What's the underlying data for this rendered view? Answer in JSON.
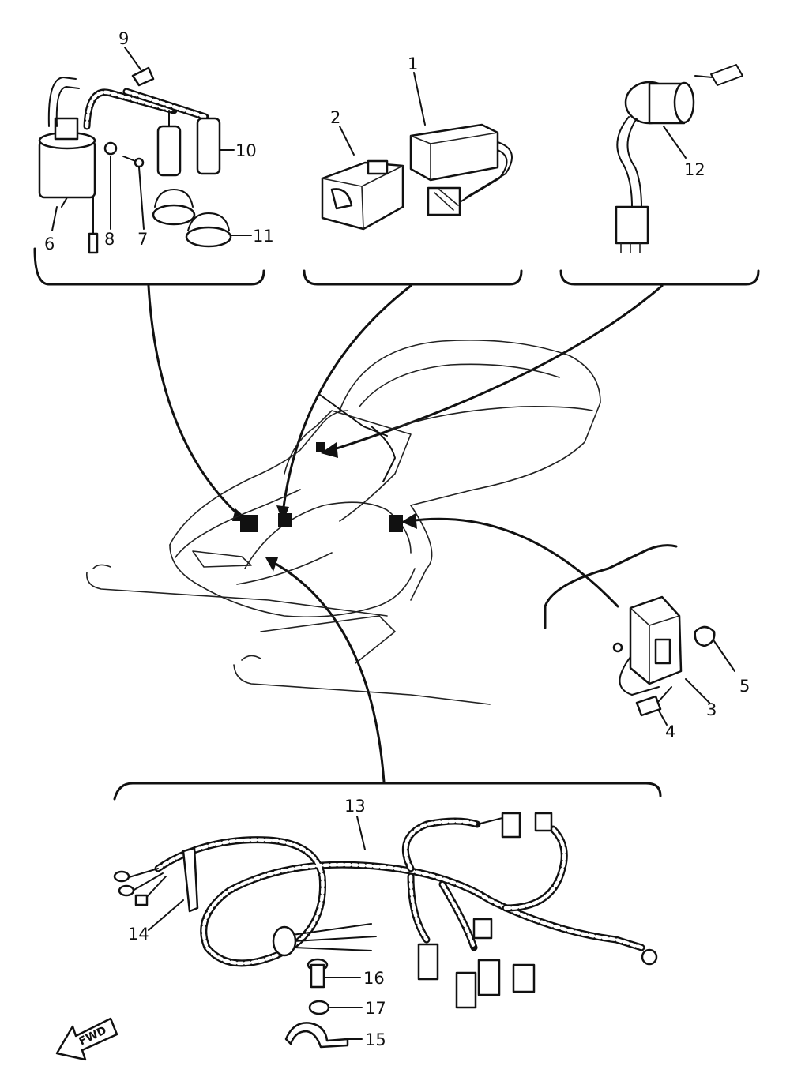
{
  "callouts": [
    {
      "id": "c1",
      "text": "1"
    },
    {
      "id": "c2",
      "text": "2"
    },
    {
      "id": "c3",
      "text": "3"
    },
    {
      "id": "c4",
      "text": "4"
    },
    {
      "id": "c5",
      "text": "5"
    },
    {
      "id": "c6",
      "text": "6"
    },
    {
      "id": "c7",
      "text": "7"
    },
    {
      "id": "c8",
      "text": "8"
    },
    {
      "id": "c9",
      "text": "9"
    },
    {
      "id": "c10",
      "text": "10"
    },
    {
      "id": "c11",
      "text": "11"
    },
    {
      "id": "c12",
      "text": "12"
    },
    {
      "id": "c13",
      "text": "13"
    },
    {
      "id": "c14",
      "text": "14"
    },
    {
      "id": "c15",
      "text": "15"
    },
    {
      "id": "c16",
      "text": "16"
    },
    {
      "id": "c17",
      "text": "17"
    }
  ],
  "direction_marker": {
    "text": "FWD"
  }
}
